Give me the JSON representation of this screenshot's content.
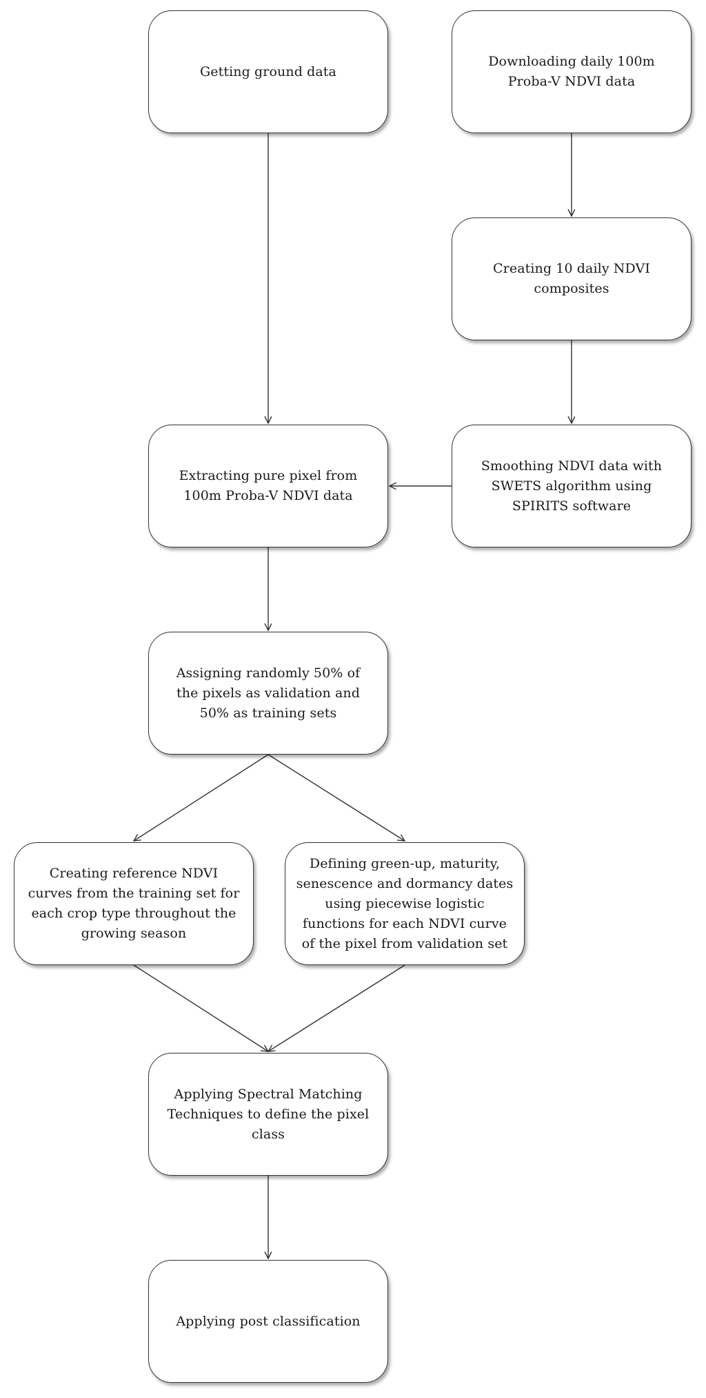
{
  "steps": {
    "ground_data": "Getting ground data",
    "download": "Downloading daily 100m Proba-V NDVI data",
    "composites": "Creating 10 daily NDVI composites",
    "smoothing": "Smoothing NDVI data with SWETS algorithm using SPIRITS software",
    "extract": "Extracting pure pixel from 100m Proba-V NDVI data",
    "assign": "Assigning randomly 50% of the pixels as validation and 50% as training sets",
    "reference": "Creating reference NDVI curves from the training set for each crop type throughout the growing season",
    "phenology": "Defining green-up, maturity, senescence and dormancy dates using piecewise logistic functions for each NDVI curve of the pixel from validation set",
    "matching": "Applying Spectral Matching Techniques to define the pixel class",
    "post": "Applying post classification"
  },
  "colors": {
    "stroke": "#333333",
    "fill": "#ffffff",
    "text": "#1a1a1a"
  }
}
